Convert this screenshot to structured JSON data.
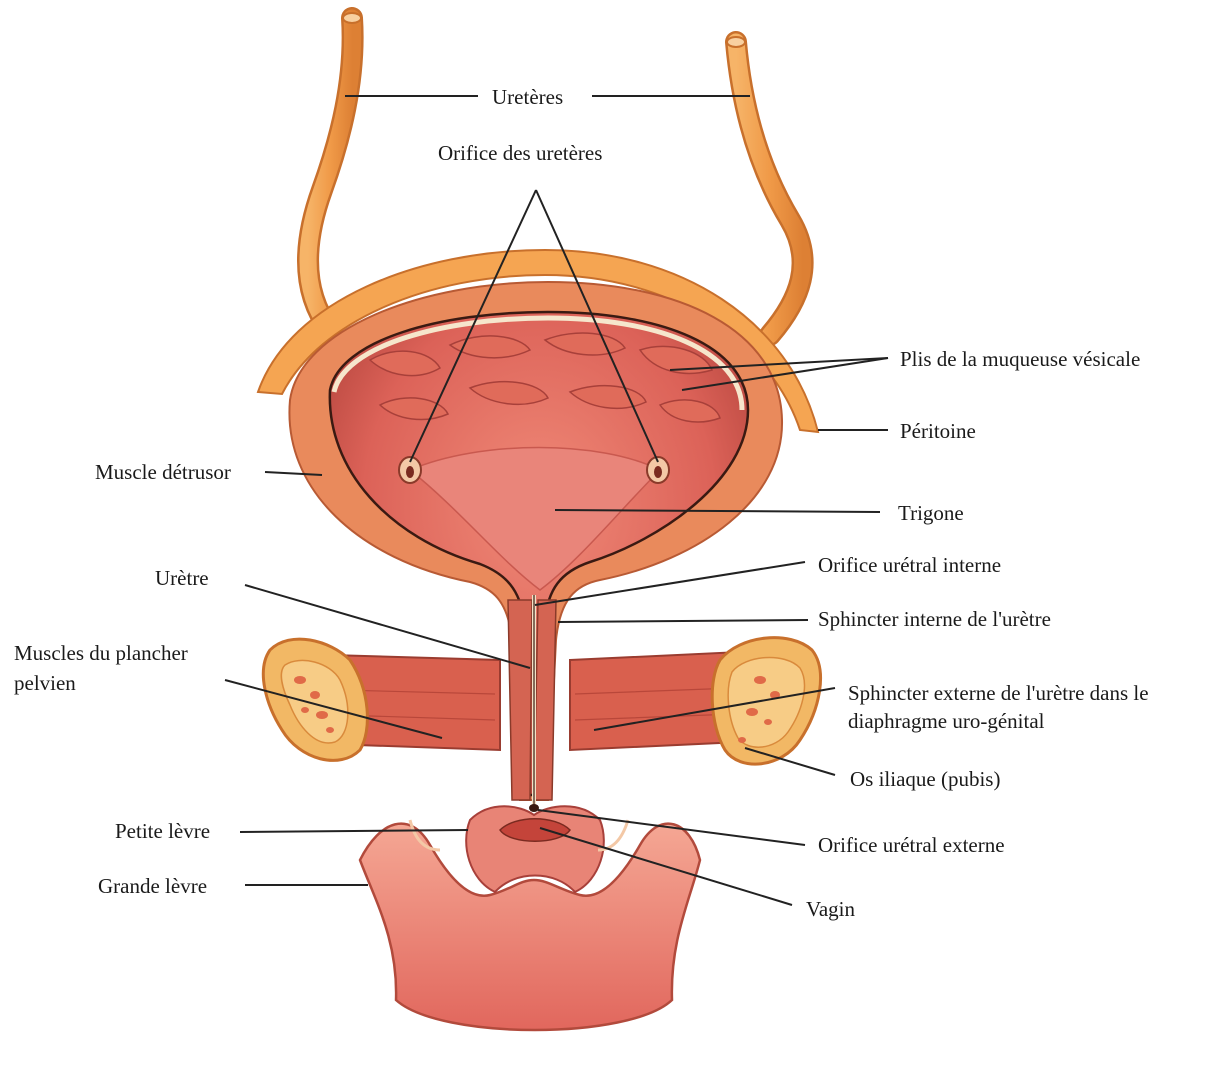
{
  "labels": {
    "ureteres": "Uretères",
    "orifice_ureteres": "Orifice des uretères",
    "plis_muqueuse": "Plis de la muqueuse vésicale",
    "peritoine": "Péritoine",
    "muscle_detrusor": "Muscle détrusor",
    "trigone": "Trigone",
    "orifice_uretral_interne": "Orifice urétral interne",
    "uretre": "Urètre",
    "sphincter_interne": "Sphincter interne de l'urètre",
    "muscles_plancher_line1": "Muscles du plancher",
    "muscles_plancher_line2": "pelvien",
    "sphincter_externe_line1": "Sphincter externe de l'urètre dans le",
    "sphincter_externe_line2": "diaphragme uro-génital",
    "os_iliaque": "Os iliaque (pubis)",
    "petite_levre": "Petite lèvre",
    "orifice_uretral_externe": "Orifice urétral externe",
    "grande_levre": "Grande lèvre",
    "vagin": "Vagin"
  },
  "colors": {
    "ureter": "#f0a24e",
    "bladder_wall": "#e8895a",
    "bladder_inner": "#e36d62",
    "muscle": "#d9604e",
    "bone": "#f2b865",
    "mucosa": "#f4e2c6",
    "leader": "#222222"
  }
}
